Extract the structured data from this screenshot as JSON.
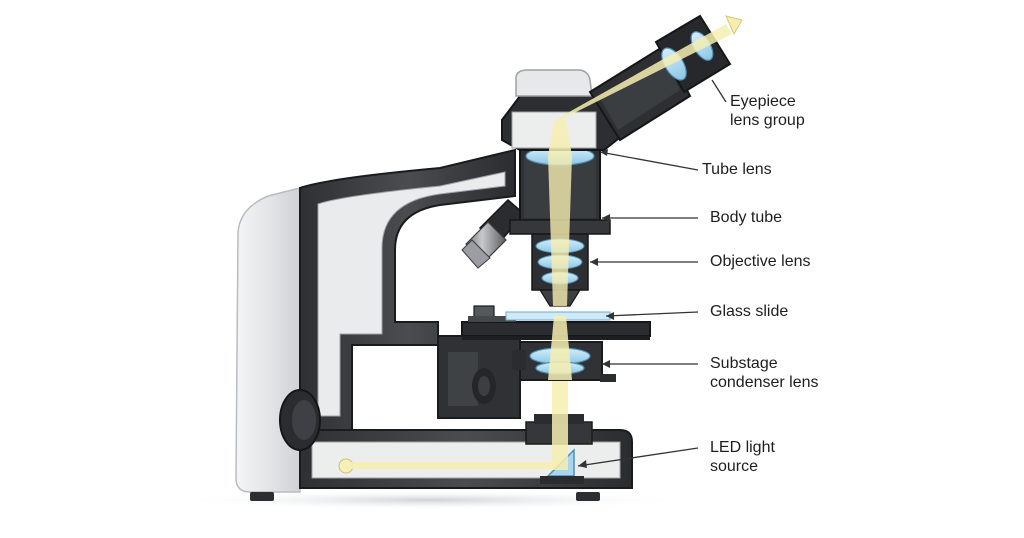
{
  "labels": {
    "eyepiece": [
      "Eyepiece",
      "lens group"
    ],
    "tube_lens": "Tube lens",
    "body_tube": "Body tube",
    "objective": "Objective lens",
    "glass_slide": "Glass slide",
    "condenser": [
      "Substage",
      "condenser lens"
    ],
    "led": [
      "LED light",
      "source"
    ]
  },
  "colors": {
    "background": "#ffffff",
    "body_dark": "#3b3d40",
    "body_darker": "#26282b",
    "body_edge": "#1a1b1d",
    "cutaway_fill": "#e9eaeb",
    "base_light": "#eeeff0",
    "lens_blue": "#a9d6ee",
    "light_beam": "#f6eeb0",
    "leader_line": "#333333",
    "text": "#1e1e1e"
  },
  "icons": [
    "microscope-illustration"
  ]
}
